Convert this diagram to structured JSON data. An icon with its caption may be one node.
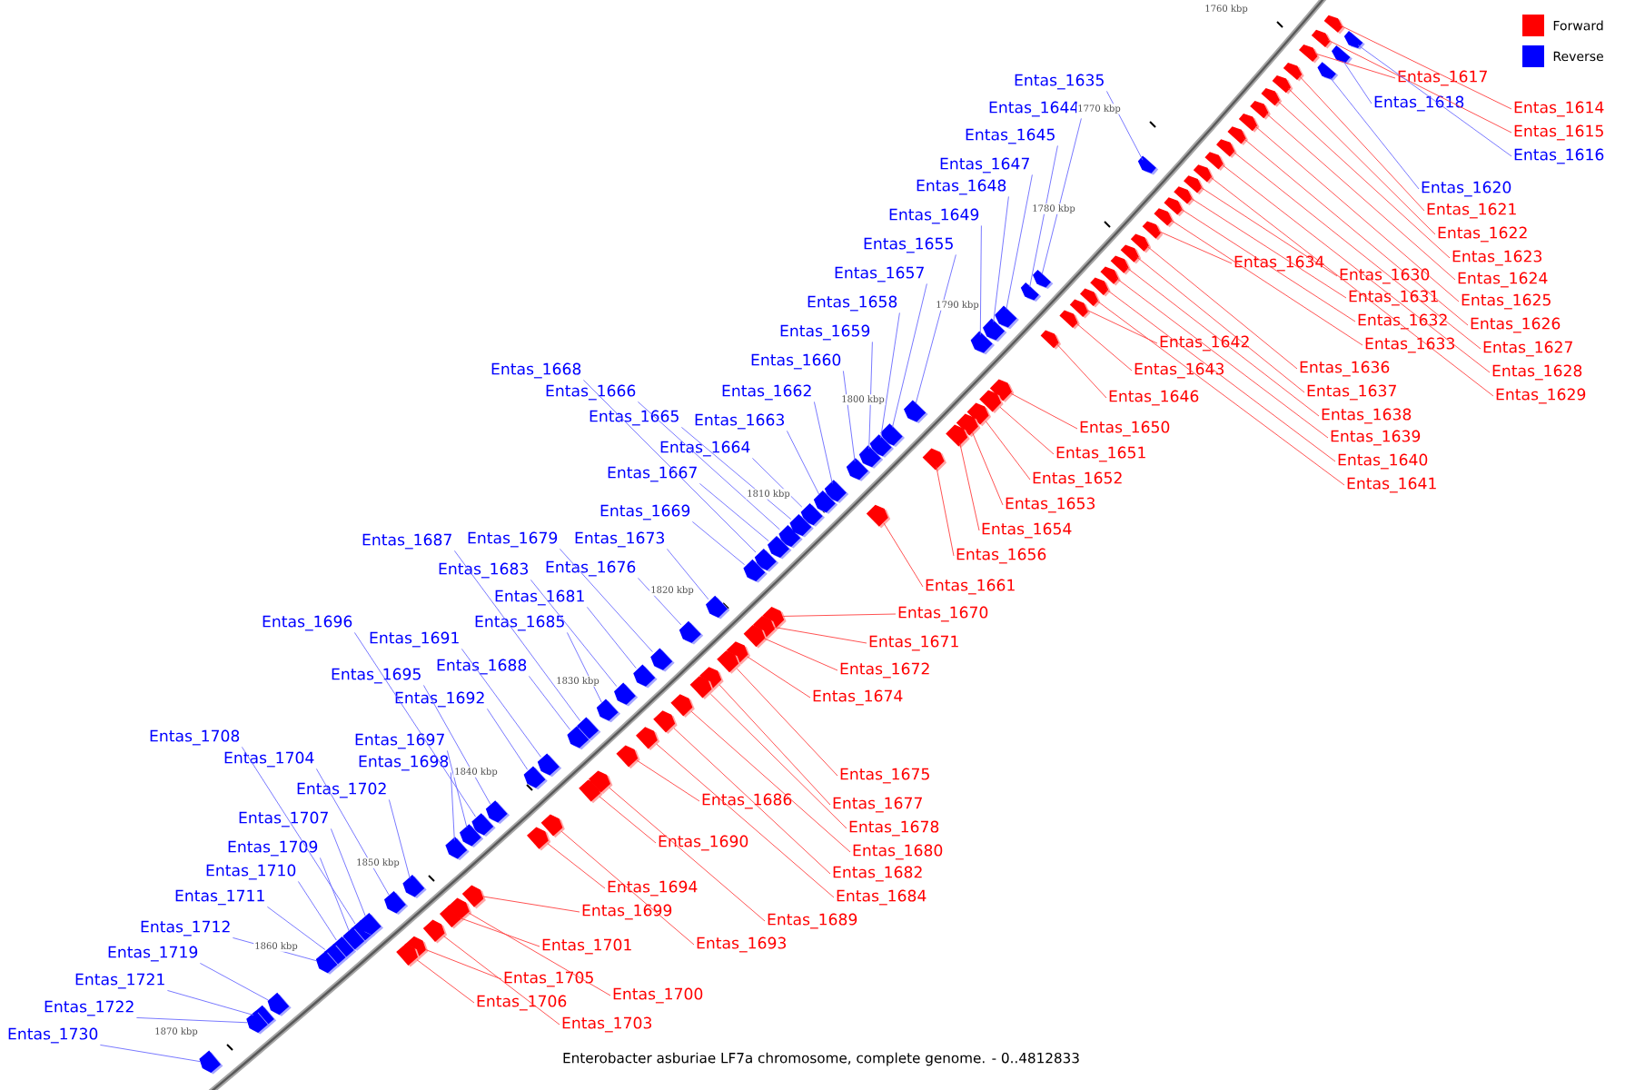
{
  "diagram": {
    "caption": "Enterobacter asburiae LF7a chromosome, complete genome. - 0..4812833",
    "nodes": [
      {
        "text": [
          "Entas_1617"
        ]
      },
      {
        "text": [
          "Entas_1614"
        ]
      },
      {
        "text": [
          "Entas_1615"
        ]
      },
      {
        "text": [
          "Entas_1616"
        ]
      },
      {
        "text": [
          "Entas_1618"
        ]
      },
      {
        "text": [
          "Entas_1620"
        ]
      },
      {
        "text": [
          "Entas_1621"
        ]
      },
      {
        "text": [
          "Entas_1622"
        ]
      },
      {
        "text": [
          "Entas_1623"
        ]
      },
      {
        "text": [
          "Entas_1624"
        ]
      },
      {
        "text": [
          "Entas_1625"
        ]
      },
      {
        "text": [
          "Entas_1626"
        ]
      },
      {
        "text": [
          "Entas_1627"
        ]
      },
      {
        "text": [
          "Entas_1628"
        ]
      },
      {
        "text": [
          "Entas_1629"
        ]
      },
      {
        "text": [
          "Entas_1634"
        ]
      },
      {
        "text": [
          "Entas_1630"
        ]
      },
      {
        "text": [
          "Entas_1631"
        ]
      },
      {
        "text": [
          "Entas_1632"
        ]
      },
      {
        "text": [
          "Entas_1633"
        ]
      },
      {
        "text": [
          "Entas_1642"
        ]
      },
      {
        "text": [
          "Entas_1643"
        ]
      },
      {
        "text": [
          "Entas_1646"
        ]
      },
      {
        "text": [
          "Entas_1636"
        ]
      },
      {
        "text": [
          "Entas_1637"
        ]
      },
      {
        "text": [
          "Entas_1638"
        ]
      },
      {
        "text": [
          "Entas_1639"
        ]
      },
      {
        "text": [
          "Entas_1640"
        ]
      },
      {
        "text": [
          "Entas_1641"
        ]
      },
      {
        "text": [
          "Entas_1650"
        ]
      },
      {
        "text": [
          "Entas_1651"
        ]
      },
      {
        "text": [
          "Entas_1652"
        ]
      },
      {
        "text": [
          "Entas_1653"
        ]
      },
      {
        "text": [
          "Entas_1654"
        ]
      },
      {
        "text": [
          "Entas_1656"
        ]
      },
      {
        "text": [
          "Entas_1661"
        ]
      },
      {
        "text": [
          "Entas_1670"
        ]
      },
      {
        "text": [
          "Entas_1671"
        ]
      },
      {
        "text": [
          "Entas_1672"
        ]
      },
      {
        "text": [
          "Entas_1674"
        ]
      },
      {
        "text": [
          "Entas_1675"
        ]
      },
      {
        "text": [
          "Entas_1677"
        ]
      },
      {
        "text": [
          "Entas_1678"
        ]
      },
      {
        "text": [
          "Entas_1680"
        ]
      },
      {
        "text": [
          "Entas_1682"
        ]
      },
      {
        "text": [
          "Entas_1684"
        ]
      },
      {
        "text": [
          "Entas_1686"
        ]
      },
      {
        "text": [
          "Entas_1690"
        ]
      },
      {
        "text": [
          "Entas_1689"
        ]
      },
      {
        "text": [
          "Entas_1694"
        ]
      },
      {
        "text": [
          "Entas_1699"
        ]
      },
      {
        "text": [
          "Entas_1693"
        ]
      },
      {
        "text": [
          "Entas_1701"
        ]
      },
      {
        "text": [
          "Entas_1705"
        ]
      },
      {
        "text": [
          "Entas_1700"
        ]
      },
      {
        "text": [
          "Entas_1706"
        ]
      },
      {
        "text": [
          "Entas_1703"
        ]
      },
      {
        "text": [
          "Entas_1635"
        ]
      },
      {
        "text": [
          "Entas_1644"
        ]
      },
      {
        "text": [
          "Entas_1645"
        ]
      },
      {
        "text": [
          "Entas_1647"
        ]
      },
      {
        "text": [
          "Entas_1648"
        ]
      },
      {
        "text": [
          "Entas_1649"
        ]
      },
      {
        "text": [
          "Entas_1655"
        ]
      },
      {
        "text": [
          "Entas_1657"
        ]
      },
      {
        "text": [
          "Entas_1658"
        ]
      },
      {
        "text": [
          "Entas_1659"
        ]
      },
      {
        "text": [
          "Entas_1660"
        ]
      },
      {
        "text": [
          "Entas_1662"
        ]
      },
      {
        "text": [
          "Entas_1663"
        ]
      },
      {
        "text": [
          "Entas_1664"
        ]
      },
      {
        "text": [
          "Entas_1668"
        ]
      },
      {
        "text": [
          "Entas_1666"
        ]
      },
      {
        "text": [
          "Entas_1665"
        ]
      },
      {
        "text": [
          "Entas_1667"
        ]
      },
      {
        "text": [
          "Entas_1669"
        ]
      },
      {
        "text": [
          "Entas_1673"
        ]
      },
      {
        "text": [
          "Entas_1679"
        ]
      },
      {
        "text": [
          "Entas_1687"
        ]
      },
      {
        "text": [
          "Entas_1676"
        ]
      },
      {
        "text": [
          "Entas_1683"
        ]
      },
      {
        "text": [
          "Entas_1681"
        ]
      },
      {
        "text": [
          "Entas_1685"
        ]
      },
      {
        "text": [
          "Entas_1696"
        ]
      },
      {
        "text": [
          "Entas_1691"
        ]
      },
      {
        "text": [
          "Entas_1688"
        ]
      },
      {
        "text": [
          "Entas_1695"
        ]
      },
      {
        "text": [
          "Entas_1692"
        ]
      },
      {
        "text": [
          "Entas_1708"
        ]
      },
      {
        "text": [
          "Entas_1697"
        ]
      },
      {
        "text": [
          "Entas_1704"
        ]
      },
      {
        "text": [
          "Entas_1698"
        ]
      },
      {
        "text": [
          "Entas_1702"
        ]
      },
      {
        "text": [
          "Entas_1707"
        ]
      },
      {
        "text": [
          "Entas_1709"
        ]
      },
      {
        "text": [
          "Entas_1710"
        ]
      },
      {
        "text": [
          "Entas_1711"
        ]
      },
      {
        "text": [
          "Entas_1712"
        ]
      },
      {
        "text": [
          "Entas_1719"
        ]
      },
      {
        "text": [
          "Entas_1721"
        ]
      },
      {
        "text": [
          "Entas_1722"
        ]
      },
      {
        "text": [
          "Entas_1730"
        ]
      },
      {
        "text": [],
        "shape": "arrow"
      },
      {
        "text": [],
        "shape": "arrow"
      },
      {
        "text": [],
        "shape": "arrow"
      },
      {
        "text": [],
        "shape": "arrow"
      },
      {
        "text": [],
        "shape": "arrow"
      },
      {
        "text": [],
        "shape": "arrow"
      },
      {
        "text": [],
        "shape": "arrow"
      },
      {
        "text": [],
        "shape": "arrow"
      },
      {
        "text": [],
        "shape": "arrow"
      },
      {
        "text": [],
        "shape": "arrow"
      },
      {
        "text": [],
        "shape": "arrow"
      },
      {
        "text": [],
        "shape": "arrow"
      },
      {
        "text": [],
        "shape": "arrow"
      },
      {
        "text": [],
        "shape": "arrow"
      },
      {
        "text": [],
        "shape": "arrow"
      },
      {
        "text": [],
        "shape": "arrow"
      },
      {
        "text": [],
        "shape": "arrow"
      },
      {
        "text": [],
        "shape": "arrow"
      },
      {
        "text": [],
        "shape": "arrow"
      },
      {
        "text": [],
        "shape": "arrow"
      },
      {
        "text": [],
        "shape": "arrow"
      },
      {
        "text": [],
        "shape": "arrow"
      },
      {
        "text": [],
        "shape": "arrow"
      },
      {
        "text": [],
        "shape": "arrow"
      },
      {
        "text": [],
        "shape": "arrow"
      },
      {
        "text": [],
        "shape": "arrow"
      },
      {
        "text": [],
        "shape": "arrow"
      },
      {
        "text": [],
        "shape": "arrow"
      },
      {
        "text": [],
        "shape": "arrow"
      },
      {
        "text": [],
        "shape": "arrow"
      },
      {
        "text": [],
        "shape": "arrow"
      },
      {
        "text": [],
        "shape": "arrow"
      },
      {
        "text": [],
        "shape": "arrow"
      },
      {
        "text": [],
        "shape": "arrow"
      },
      {
        "text": [],
        "shape": "arrow"
      },
      {
        "text": [],
        "shape": "arrow"
      },
      {
        "text": [],
        "shape": "arrow"
      },
      {
        "text": [],
        "shape": "arrow"
      },
      {
        "text": [],
        "shape": "arrow"
      },
      {
        "text": [],
        "shape": "arrow"
      },
      {
        "text": [],
        "shape": "arrow"
      },
      {
        "text": [],
        "shape": "arrow"
      },
      {
        "text": [],
        "shape": "arrow"
      },
      {
        "text": [],
        "shape": "arrow"
      },
      {
        "text": [],
        "shape": "arrow"
      },
      {
        "text": [],
        "shape": "arrow"
      },
      {
        "text": [],
        "shape": "arrow"
      },
      {
        "text": [],
        "shape": "arrow"
      },
      {
        "text": [],
        "shape": "arrow"
      },
      {
        "text": [],
        "shape": "arrow"
      },
      {
        "text": [],
        "shape": "arrow"
      },
      {
        "text": [],
        "shape": "arrow"
      },
      {
        "text": [],
        "shape": "arrow"
      },
      {
        "text": [],
        "shape": "arrow"
      },
      {
        "text": [],
        "shape": "arrow"
      },
      {
        "text": [],
        "shape": "arrow"
      },
      {
        "text": [],
        "shape": "arrow"
      },
      {
        "text": [],
        "shape": "arrow"
      },
      {
        "text": [],
        "shape": "arrow"
      },
      {
        "text": [],
        "shape": "arrow"
      },
      {
        "text": [],
        "shape": "arrow"
      },
      {
        "text": [],
        "shape": "arrow"
      },
      {
        "text": [],
        "shape": "arrow"
      },
      {
        "text": [],
        "shape": "arrow"
      },
      {
        "text": [],
        "shape": "arrow"
      },
      {
        "text": [],
        "shape": "arrow"
      },
      {
        "text": [],
        "shape": "arrow"
      },
      {
        "text": [],
        "shape": "arrow"
      },
      {
        "text": [],
        "shape": "arrow"
      },
      {
        "text": [],
        "shape": "arrow"
      },
      {
        "text": [],
        "shape": "arrow"
      },
      {
        "text": [],
        "shape": "arrow"
      },
      {
        "text": [],
        "shape": "arrow"
      },
      {
        "text": [],
        "shape": "arrow"
      },
      {
        "text": [],
        "shape": "arrow"
      },
      {
        "text": [],
        "shape": "arrow"
      },
      {
        "text": [],
        "shape": "arrow"
      },
      {
        "text": [],
        "shape": "arrow"
      },
      {
        "text": [],
        "shape": "arrow"
      },
      {
        "text": [],
        "shape": "arrow"
      },
      {
        "text": [],
        "shape": "arrow"
      },
      {
        "text": [],
        "shape": "arrow"
      },
      {
        "text": [],
        "shape": "arrow"
      },
      {
        "text": [],
        "shape": "arrow"
      },
      {
        "text": [],
        "shape": "arrow"
      },
      {
        "text": [],
        "shape": "arrow"
      },
      {
        "text": [],
        "shape": "arrow"
      },
      {
        "text": [],
        "shape": "arrow"
      },
      {
        "text": [],
        "shape": "arrow"
      },
      {
        "text": [],
        "shape": "arrow"
      },
      {
        "text": [],
        "shape": "arrow"
      },
      {
        "text": [],
        "shape": "arrow"
      },
      {
        "text": [],
        "shape": "arrow"
      },
      {
        "text": [],
        "shape": "arrow"
      },
      {
        "text": [],
        "shape": "arrow"
      },
      {
        "text": [],
        "shape": "arrow"
      },
      {
        "text": [],
        "shape": "arrow"
      },
      {
        "text": [],
        "shape": "arrow"
      },
      {
        "text": [],
        "shape": "arrow"
      },
      {
        "text": [],
        "shape": "arrow"
      },
      {
        "text": [],
        "shape": "arrow"
      },
      {
        "text": [],
        "shape": "arrow"
      }
    ],
    "edges": [
      {
        "from": 0,
        "to": 102,
        "arrow": "none"
      },
      {
        "from": 1,
        "to": 103,
        "arrow": "none"
      },
      {
        "from": 2,
        "to": 104,
        "arrow": "none"
      },
      {
        "from": 3,
        "to": 105,
        "arrow": "none",
        "color": "#6a6aff"
      },
      {
        "from": 4,
        "to": 106,
        "arrow": "none",
        "color": "#6a6aff"
      },
      {
        "from": 5,
        "to": 107,
        "arrow": "none",
        "color": "#6a6aff"
      },
      {
        "from": 6,
        "to": 108,
        "arrow": "none"
      },
      {
        "from": 7,
        "to": 109,
        "arrow": "none"
      },
      {
        "from": 8,
        "to": 110,
        "arrow": "none"
      },
      {
        "from": 9,
        "to": 111,
        "arrow": "none"
      },
      {
        "from": 10,
        "to": 112,
        "arrow": "none"
      },
      {
        "from": 11,
        "to": 113,
        "arrow": "none"
      },
      {
        "from": 12,
        "to": 114,
        "arrow": "none"
      },
      {
        "from": 13,
        "to": 115,
        "arrow": "none"
      },
      {
        "from": 14,
        "to": 116,
        "arrow": "none"
      },
      {
        "from": 15,
        "to": 117,
        "arrow": "none"
      },
      {
        "from": 16,
        "to": 118,
        "arrow": "none"
      },
      {
        "from": 17,
        "to": 119,
        "arrow": "none"
      },
      {
        "from": 18,
        "to": 120,
        "arrow": "none"
      },
      {
        "from": 19,
        "to": 121,
        "arrow": "none"
      },
      {
        "from": 20,
        "to": 122,
        "arrow": "none"
      },
      {
        "from": 21,
        "to": 123,
        "arrow": "none"
      },
      {
        "from": 22,
        "to": 124,
        "arrow": "none"
      },
      {
        "from": 23,
        "to": 125,
        "arrow": "none"
      },
      {
        "from": 24,
        "to": 126,
        "arrow": "none"
      },
      {
        "from": 25,
        "to": 127,
        "arrow": "none"
      },
      {
        "from": 26,
        "to": 128,
        "arrow": "none"
      },
      {
        "from": 27,
        "to": 129,
        "arrow": "none"
      },
      {
        "from": 28,
        "to": 130,
        "arrow": "none"
      },
      {
        "from": 29,
        "to": 131,
        "arrow": "none"
      },
      {
        "from": 30,
        "to": 132,
        "arrow": "none"
      },
      {
        "from": 31,
        "to": 133,
        "arrow": "none"
      },
      {
        "from": 32,
        "to": 134,
        "arrow": "none"
      },
      {
        "from": 33,
        "to": 135,
        "arrow": "none"
      },
      {
        "from": 34,
        "to": 136,
        "arrow": "none"
      },
      {
        "from": 35,
        "to": 137,
        "arrow": "none"
      },
      {
        "from": 36,
        "to": 138,
        "arrow": "none"
      },
      {
        "from": 37,
        "to": 139,
        "arrow": "none"
      },
      {
        "from": 38,
        "to": 140,
        "arrow": "none"
      },
      {
        "from": 39,
        "to": 141,
        "arrow": "none"
      },
      {
        "from": 40,
        "to": 142,
        "arrow": "none"
      },
      {
        "from": 41,
        "to": 143,
        "arrow": "none"
      },
      {
        "from": 42,
        "to": 144,
        "arrow": "none"
      },
      {
        "from": 43,
        "to": 145,
        "arrow": "none"
      },
      {
        "from": 44,
        "to": 146,
        "arrow": "none"
      },
      {
        "from": 45,
        "to": 147,
        "arrow": "none"
      },
      {
        "from": 46,
        "to": 148,
        "arrow": "none"
      },
      {
        "from": 47,
        "to": 149,
        "arrow": "none"
      },
      {
        "from": 48,
        "to": 150,
        "arrow": "none"
      },
      {
        "from": 49,
        "to": 151,
        "arrow": "none"
      },
      {
        "from": 50,
        "to": 152,
        "arrow": "none"
      },
      {
        "from": 51,
        "to": 153,
        "arrow": "none"
      },
      {
        "from": 52,
        "to": 154,
        "arrow": "none"
      },
      {
        "from": 53,
        "to": 155,
        "arrow": "none"
      },
      {
        "from": 54,
        "to": 156,
        "arrow": "none"
      },
      {
        "from": 55,
        "to": 157,
        "arrow": "none"
      },
      {
        "from": 56,
        "to": 158,
        "arrow": "none"
      },
      {
        "from": 57,
        "to": 159,
        "arrow": "none",
        "color": "#6a6aff"
      },
      {
        "from": 58,
        "to": 160,
        "arrow": "none",
        "color": "#6a6aff"
      },
      {
        "from": 59,
        "to": 161,
        "arrow": "none",
        "color": "#6a6aff"
      },
      {
        "from": 60,
        "to": 162,
        "arrow": "none",
        "color": "#6a6aff"
      },
      {
        "from": 61,
        "to": 163,
        "arrow": "none",
        "color": "#6a6aff"
      },
      {
        "from": 62,
        "to": 164,
        "arrow": "none",
        "color": "#6a6aff"
      },
      {
        "from": 63,
        "to": 165,
        "arrow": "none",
        "color": "#6a6aff"
      },
      {
        "from": 64,
        "to": 166,
        "arrow": "none",
        "color": "#6a6aff"
      },
      {
        "from": 65,
        "to": 167,
        "arrow": "none",
        "color": "#6a6aff"
      },
      {
        "from": 66,
        "to": 168,
        "arrow": "none",
        "color": "#6a6aff"
      },
      {
        "from": 67,
        "to": 169,
        "arrow": "none",
        "color": "#6a6aff"
      },
      {
        "from": 68,
        "to": 170,
        "arrow": "none",
        "color": "#6a6aff"
      },
      {
        "from": 69,
        "to": 171,
        "arrow": "none",
        "color": "#6a6aff"
      },
      {
        "from": 70,
        "to": 172,
        "arrow": "none",
        "color": "#6a6aff"
      },
      {
        "from": 71,
        "to": 173,
        "arrow": "none",
        "color": "#6a6aff"
      },
      {
        "from": 72,
        "to": 174,
        "arrow": "none",
        "color": "#6a6aff"
      },
      {
        "from": 73,
        "to": 175,
        "arrow": "none",
        "color": "#6a6aff"
      },
      {
        "from": 74,
        "to": 176,
        "arrow": "none",
        "color": "#6a6aff"
      },
      {
        "from": 75,
        "to": 177,
        "arrow": "none",
        "color": "#6a6aff"
      },
      {
        "from": 76,
        "to": 178,
        "arrow": "none",
        "color": "#6a6aff"
      },
      {
        "from": 77,
        "to": 179,
        "arrow": "none",
        "color": "#6a6aff"
      },
      {
        "from": 78,
        "to": 180,
        "arrow": "none",
        "color": "#6a6aff"
      },
      {
        "from": 79,
        "to": 181,
        "arrow": "none",
        "color": "#6a6aff"
      },
      {
        "from": 80,
        "to": 182,
        "arrow": "none",
        "color": "#6a6aff"
      },
      {
        "from": 81,
        "to": 183,
        "arrow": "none",
        "color": "#6a6aff"
      },
      {
        "from": 82,
        "to": 184,
        "arrow": "none",
        "color": "#6a6aff"
      },
      {
        "from": 83,
        "to": 185,
        "arrow": "none",
        "color": "#6a6aff"
      },
      {
        "from": 84,
        "to": 186,
        "arrow": "none",
        "color": "#6a6aff"
      },
      {
        "from": 85,
        "to": 187,
        "arrow": "none",
        "color": "#6a6aff"
      },
      {
        "from": 86,
        "to": 188,
        "arrow": "none",
        "color": "#6a6aff"
      },
      {
        "from": 87,
        "to": 189,
        "arrow": "none",
        "color": "#6a6aff"
      },
      {
        "from": 88,
        "to": 190,
        "arrow": "none",
        "color": "#6a6aff"
      },
      {
        "from": 89,
        "to": 191,
        "arrow": "none",
        "color": "#6a6aff"
      },
      {
        "from": 90,
        "to": 192,
        "arrow": "none",
        "color": "#6a6aff"
      },
      {
        "from": 91,
        "to": 193,
        "arrow": "none",
        "color": "#6a6aff"
      },
      {
        "from": 92,
        "to": 194,
        "arrow": "none",
        "color": "#6a6aff"
      },
      {
        "from": 93,
        "to": 195,
        "arrow": "none",
        "color": "#6a6aff"
      },
      {
        "from": 94,
        "to": 196,
        "arrow": "none",
        "color": "#6a6aff"
      },
      {
        "from": 95,
        "to": 197,
        "arrow": "none",
        "color": "#6a6aff"
      },
      {
        "from": 96,
        "to": 198,
        "arrow": "none",
        "color": "#6a6aff"
      },
      {
        "from": 97,
        "to": 199,
        "arrow": "none",
        "color": "#6a6aff"
      },
      {
        "from": 98,
        "to": 200,
        "arrow": "none",
        "color": "#6a6aff"
      },
      {
        "from": 99,
        "to": 201,
        "arrow": "none",
        "color": "#6a6aff"
      },
      {
        "from": 100,
        "to": 202,
        "arrow": "none",
        "color": "#6a6aff"
      },
      {
        "from": 101,
        "to": 203,
        "arrow": "none",
        "color": "#6a6aff"
      }
    ],
    "labels": [
      "1760 kbp",
      "1770 kbp",
      "1780 kbp",
      "1790 kbp",
      "1800 kbp",
      "1810 kbp",
      "1820 kbp",
      "1830 kbp",
      "1840 kbp",
      "1850 kbp",
      "1860 kbp",
      "1870 kbp"
    ],
    "legend": [
      {
        "text": "Forward",
        "color": "#ff0000"
      },
      {
        "text": "Reverse",
        "color": "#0000ff"
      }
    ]
  }
}
